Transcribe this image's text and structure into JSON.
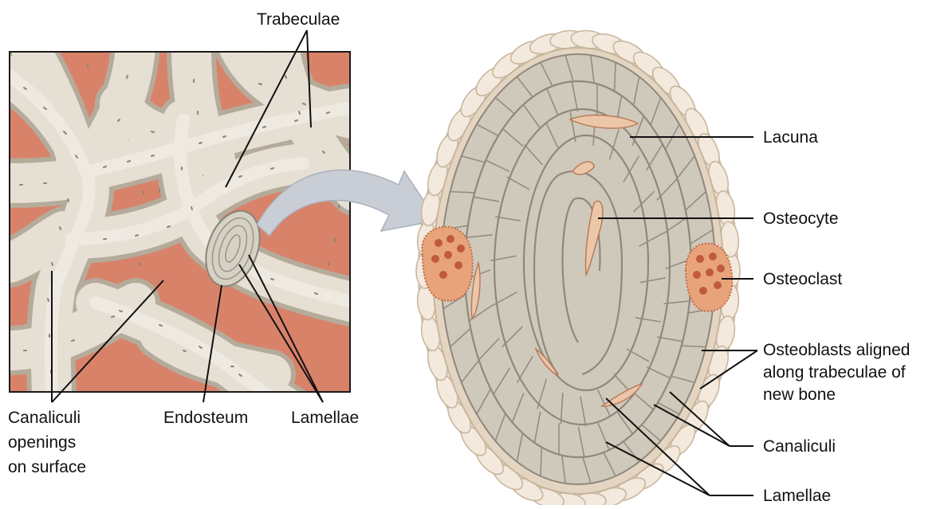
{
  "labels": {
    "trabeculae": "Trabeculae",
    "canaliculi_openings": [
      "Canaliculi",
      "openings",
      "on surface"
    ],
    "endosteum": "Endosteum",
    "lamellae_left": "Lamellae",
    "lacuna": "Lacuna",
    "osteocyte": "Osteocyte",
    "osteoclast": "Osteoclast",
    "osteoblasts": [
      "Osteoblasts aligned",
      "along trabeculae of",
      "new bone"
    ],
    "canaliculi": "Canaliculi",
    "lamellae_right": "Lamellae"
  },
  "colors": {
    "marrow": "#d9826a",
    "bone": "#e6dfd3",
    "bone_edge": "#b5ab9b",
    "lamella_fill": "#cfc9bb",
    "lamella_line": "#8f887b",
    "cell": "#ecc6a8",
    "arrow": "#c9ced6"
  }
}
